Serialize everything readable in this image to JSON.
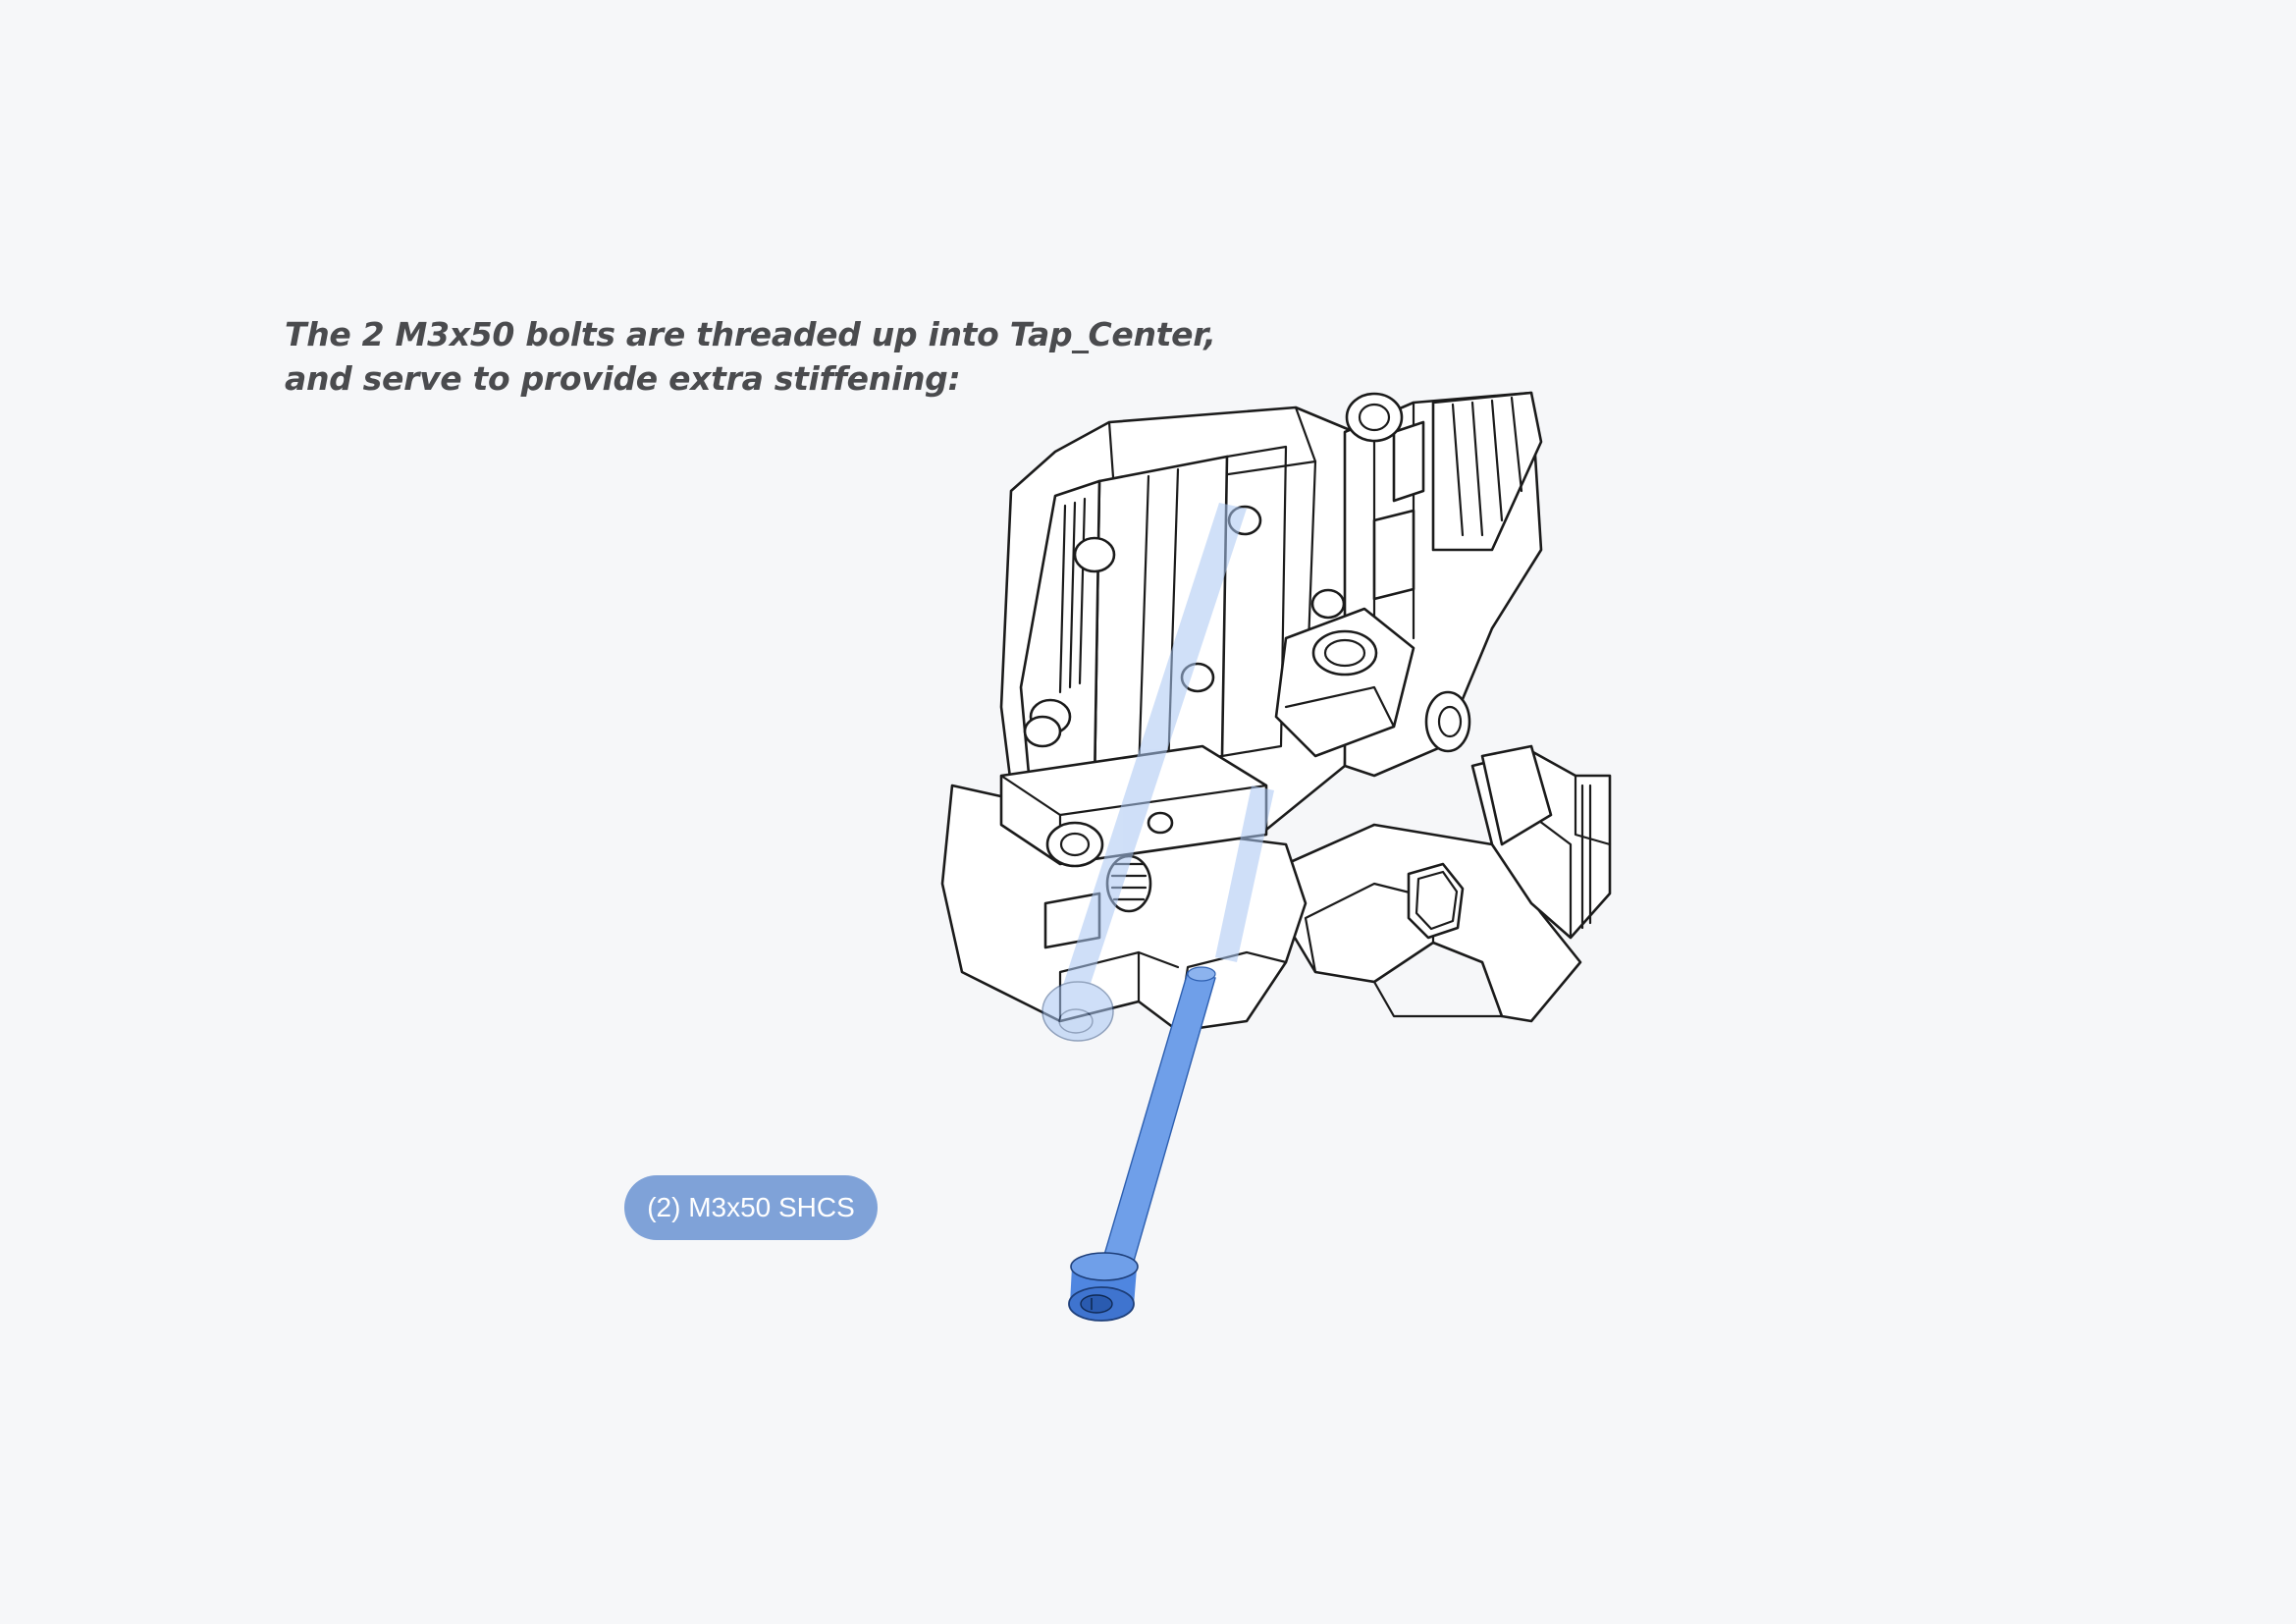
{
  "caption": {
    "line1": "The 2 M3x50 bolts are threaded up into Tap_Center,",
    "line2": "and serve to provide extra stiffening:"
  },
  "part_label": {
    "text": "(2) M3x50 SHCS"
  },
  "colors": {
    "background": "#f6f7f9",
    "caption_text": "#4a4b4e",
    "label_pill": "#7fa2d8",
    "label_text": "#ffffff",
    "bolt_blue": "#6f9fe9",
    "bolt_ghost": "#a9c6f3",
    "line_art": "#1b1b1b"
  },
  "icons": {
    "assembly": "tap-toolhead-line-drawing",
    "bolt": "socket-head-cap-screw"
  }
}
